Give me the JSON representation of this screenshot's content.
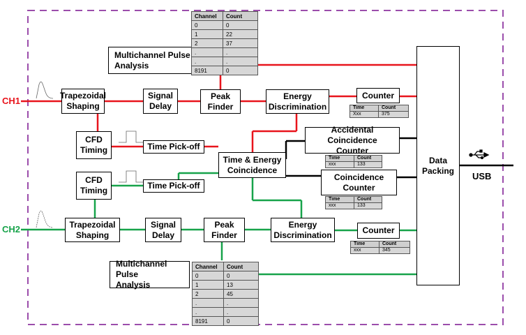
{
  "channels": {
    "ch1": "CH1",
    "ch2": "CH2"
  },
  "blocks": {
    "trap1": [
      "Trapezoidal",
      "Shaping"
    ],
    "delay1": [
      "Signal",
      "Delay"
    ],
    "peak1": [
      "Peak",
      "Finder"
    ],
    "energy1": [
      "Energy",
      "Discrimination"
    ],
    "counter1": [
      "Counter"
    ],
    "mca1": [
      "Multichannel Pulse",
      "Analysis"
    ],
    "cfd1": [
      "CFD",
      "Timing"
    ],
    "pick1": [
      "Time Pick-off"
    ],
    "coinc": [
      "Time & Energy",
      "Coincidence"
    ],
    "acc": [
      "Accidental Coincidence",
      "Counter"
    ],
    "coinccnt": [
      "Coincidence",
      "Counter"
    ],
    "cfd2": [
      "CFD",
      "Timing"
    ],
    "pick2": [
      "Time Pick-off"
    ],
    "trap2": [
      "Trapezoidal",
      "Shaping"
    ],
    "delay2": [
      "Signal",
      "Delay"
    ],
    "peak2": [
      "Peak",
      "Finder"
    ],
    "energy2": [
      "Energy",
      "Discrimination"
    ],
    "counter2": [
      "Counter"
    ],
    "mca2": [
      "Multichannel Pulse",
      "Analysis"
    ],
    "packing": [
      "Data",
      "Packing"
    ]
  },
  "usb_label": "USB",
  "tables": {
    "mca1": {
      "headers": [
        "Channel",
        "Count"
      ],
      "rows": [
        [
          "0",
          "0"
        ],
        [
          "1",
          "22"
        ],
        [
          "2",
          "37"
        ],
        [
          ".",
          "."
        ],
        [
          ".",
          "."
        ],
        [
          "8191",
          "0"
        ]
      ]
    },
    "mca2": {
      "headers": [
        "Channel",
        "Count"
      ],
      "rows": [
        [
          "0",
          "0"
        ],
        [
          "1",
          "13"
        ],
        [
          "2",
          "45"
        ],
        [
          ".",
          "."
        ],
        [
          ".",
          "."
        ],
        [
          "8191",
          "0"
        ]
      ]
    },
    "counter1": {
      "headers": [
        "Time",
        "Count"
      ],
      "rows": [
        [
          "Xxx",
          "375"
        ]
      ]
    },
    "acc": {
      "headers": [
        "Time",
        "Count"
      ],
      "rows": [
        [
          "xxx",
          "133"
        ]
      ]
    },
    "coinccnt": {
      "headers": [
        "Time",
        "Count"
      ],
      "rows": [
        [
          "xxx",
          "133"
        ]
      ]
    },
    "counter2": {
      "headers": [
        "Time",
        "Count"
      ],
      "rows": [
        [
          "xxx",
          "345"
        ]
      ]
    }
  },
  "colors": {
    "ch1": "#e8141c",
    "ch2": "#17a34a",
    "boundary": "#9b4dab",
    "wire": "#000000"
  }
}
